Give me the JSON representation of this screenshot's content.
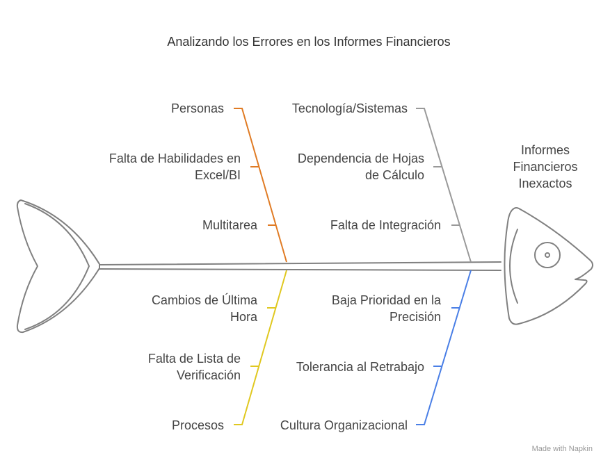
{
  "title": "Analizando los Errores en los Informes Financieros",
  "effect": {
    "lines": [
      "Informes",
      "Financieros",
      "Inexactos"
    ]
  },
  "colors": {
    "personas": "#E07B24",
    "tecnologia": "#999999",
    "procesos": "#E0C820",
    "cultura": "#4A7FE6",
    "outline": "#808080"
  },
  "categories": {
    "personas": {
      "label": "Personas",
      "causes": [
        {
          "lines": [
            "Falta de Habilidades en",
            "Excel/BI"
          ]
        },
        {
          "lines": [
            "Multitarea"
          ]
        }
      ]
    },
    "tecnologia": {
      "label": "Tecnología/Sistemas",
      "causes": [
        {
          "lines": [
            "Dependencia de Hojas",
            "de Cálculo"
          ]
        },
        {
          "lines": [
            "Falta de Integración"
          ]
        }
      ]
    },
    "procesos": {
      "label": "Procesos",
      "causes": [
        {
          "lines": [
            "Cambios de Última",
            "Hora"
          ]
        },
        {
          "lines": [
            "Falta de Lista de",
            "Verificación"
          ]
        }
      ]
    },
    "cultura": {
      "label": "Cultura Organizacional",
      "causes": [
        {
          "lines": [
            "Baja Prioridad en la",
            "Precisión"
          ]
        },
        {
          "lines": [
            "Tolerancia al Retrabajo"
          ]
        }
      ]
    }
  },
  "watermark": "Made with Napkin"
}
